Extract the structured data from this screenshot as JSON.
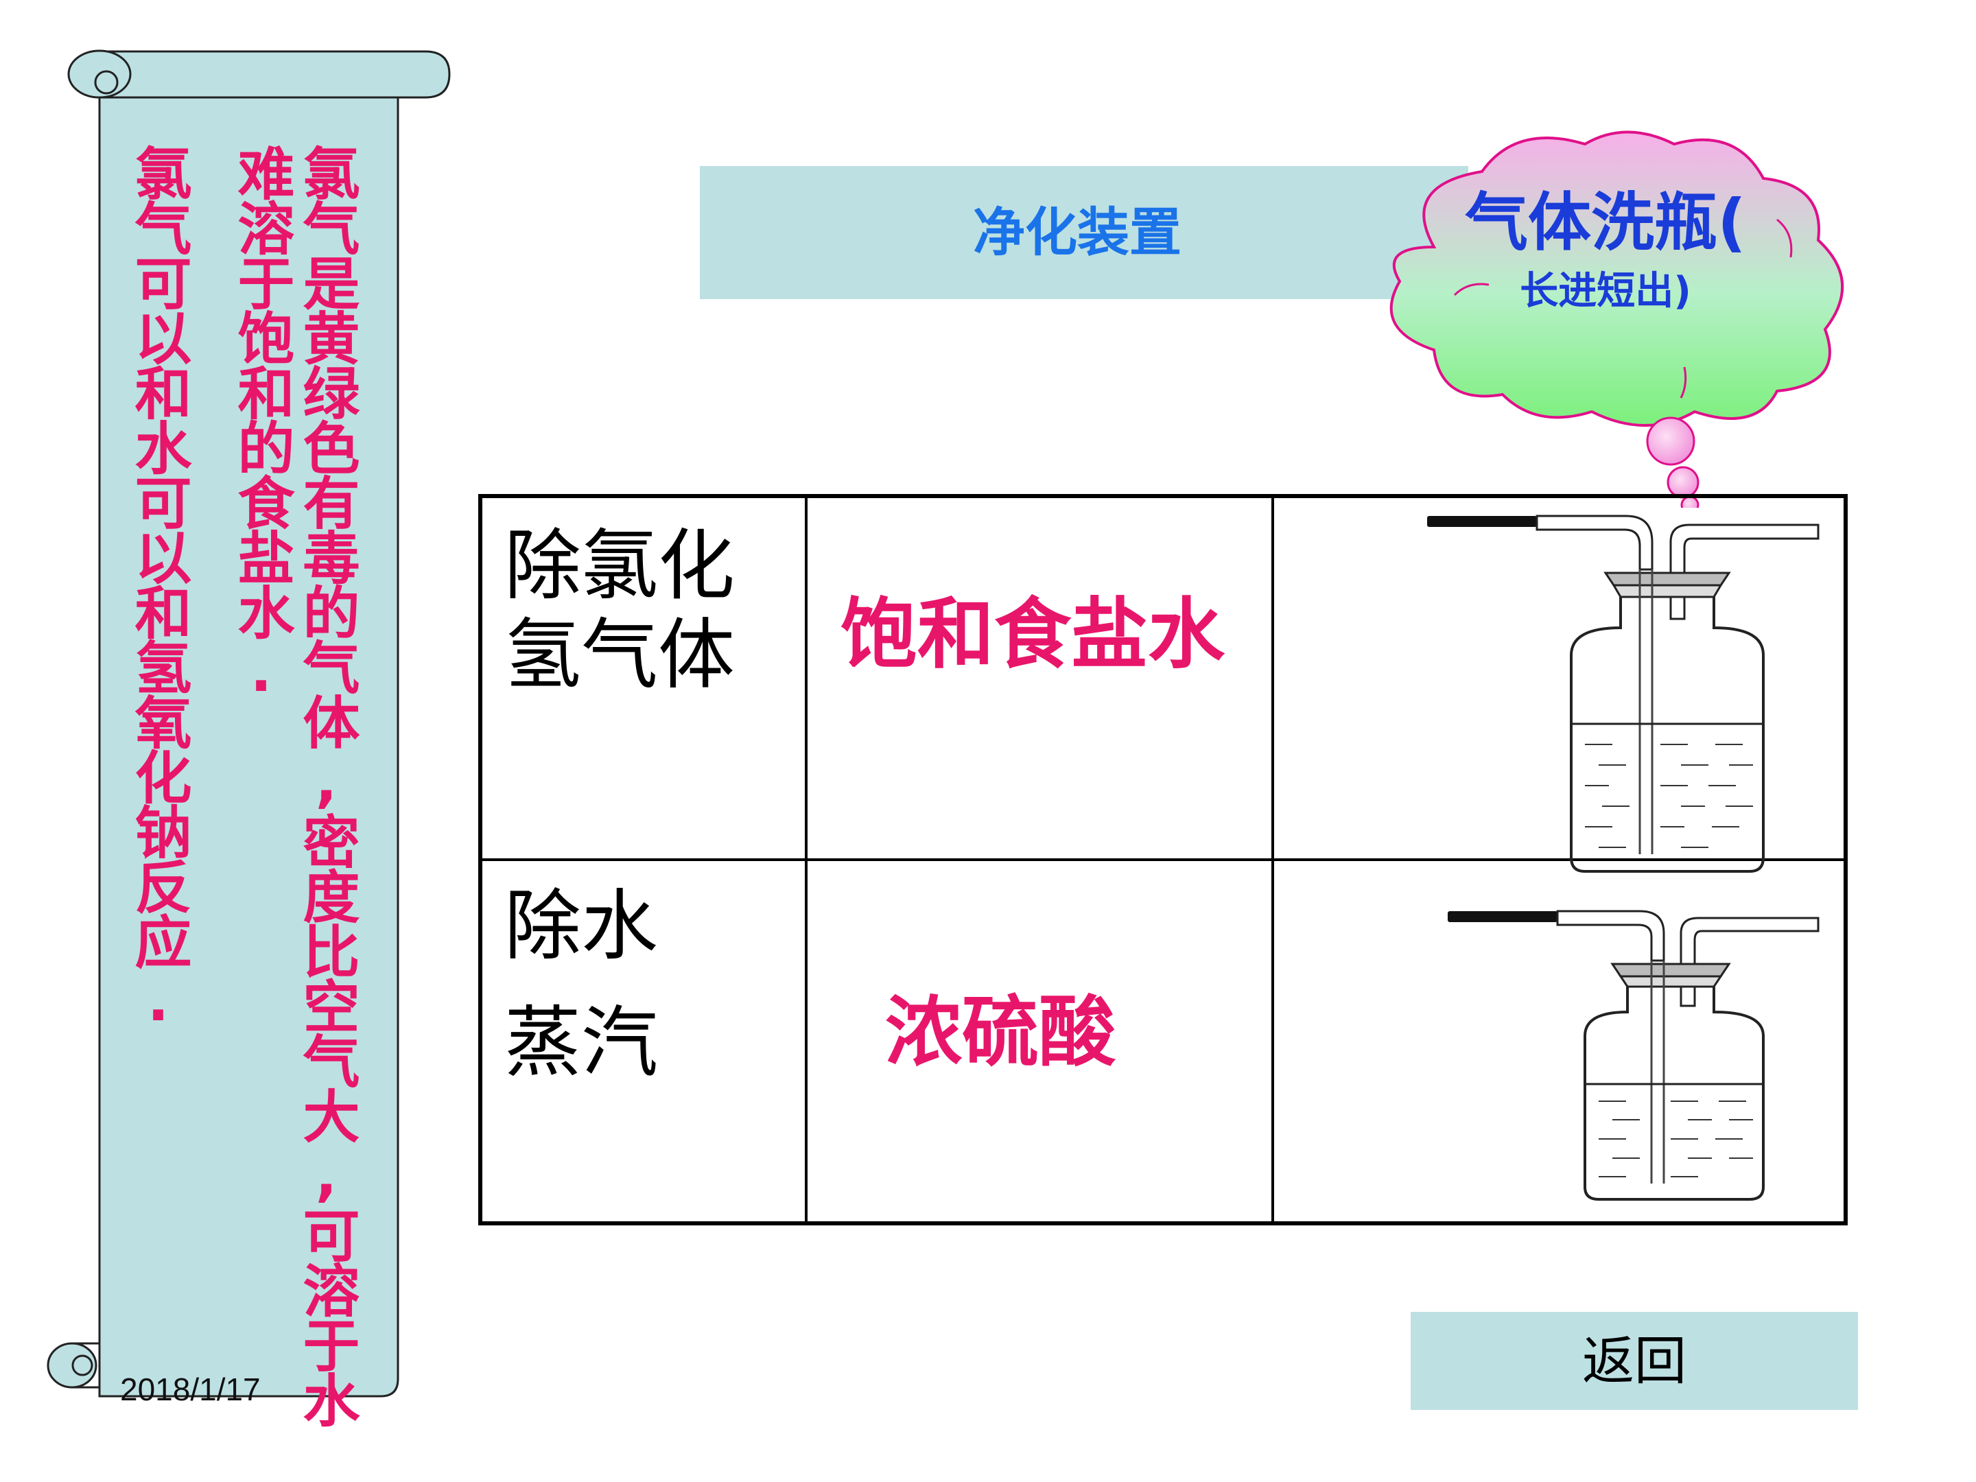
{
  "scroll": {
    "line1": "氯气是黄绿色有毒的气体,密度比空气大,可溶于水",
    "line2": "难溶于饱和的食盐水.",
    "line3": "氯气可以和水可以和氢氧化钠反应.",
    "date": "2018/1/17"
  },
  "header": {
    "title": "净化装置"
  },
  "cloud": {
    "title": "气体洗瓶(",
    "subtitle": "长进短出)"
  },
  "table": {
    "rows": [
      {
        "purpose": "除氯化\n氢气体",
        "reagent": "饱和食盐水"
      },
      {
        "purpose_line1": "除水",
        "purpose_line2": "蒸汽",
        "reagent": "浓硫酸"
      }
    ]
  },
  "nav": {
    "return_label": "返回"
  },
  "colors": {
    "panel": "#bde0e3",
    "accent_pink": "#e8166a",
    "accent_blue": "#1a73e8",
    "cloud_green": "#7cf07c",
    "cloud_pink": "#f6b0e8"
  }
}
